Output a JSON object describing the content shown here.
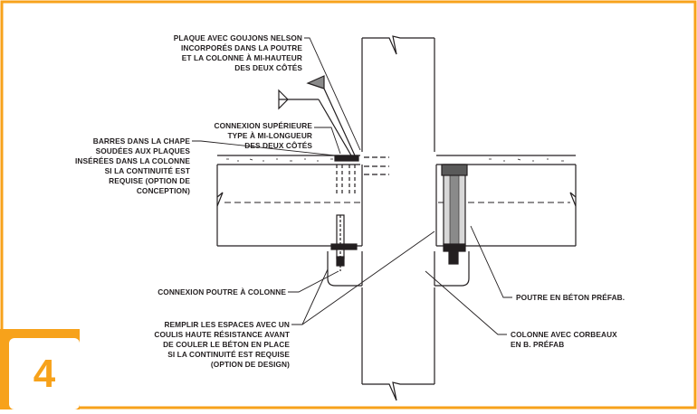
{
  "step_badge": {
    "number": "4"
  },
  "labels": {
    "plate": "PLAQUE AVEC GOUJONS NELSON\nINCORPORÉS DANS LA POUTRE\nET LA COLONNE À MI-HAUTEUR\nDES DEUX CÔTÉS",
    "top_connection": "CONNEXION SUPÉRIEURE\nTYPE À MI-LONGUEUR\nDES DEUX CÔTÉS",
    "bars": "BARRES DANS LA CHAPE\nSOUDÉES AUX PLAQUES\nINSÉRÉES DANS LA COLONNE\nSI LA CONTINUITÉ EST\nREQUISE (OPTION DE\nCONCEPTION)",
    "beam_column": "CONNEXION POUTRE À COLONNE",
    "grout": "REMPLIR LES ESPACES AVEC UN\nCOULIS HAUTE RÉSISTANCE AVANT\nDE COULER  LE BÉTON EN PLACE\nSI LA CONTINUITÉ EST REQUISE\n(OPTION DE DESIGN)",
    "precast_beam": "POUTRE EN BÉTON PRÉFAB.",
    "column_corbels": "COLONNE AVEC CORBEAUX\nEN B. PRÉFAB"
  },
  "colors": {
    "accent": "#f7a21b",
    "line": "#231f20",
    "fill_gray": "#8a8a8a"
  }
}
